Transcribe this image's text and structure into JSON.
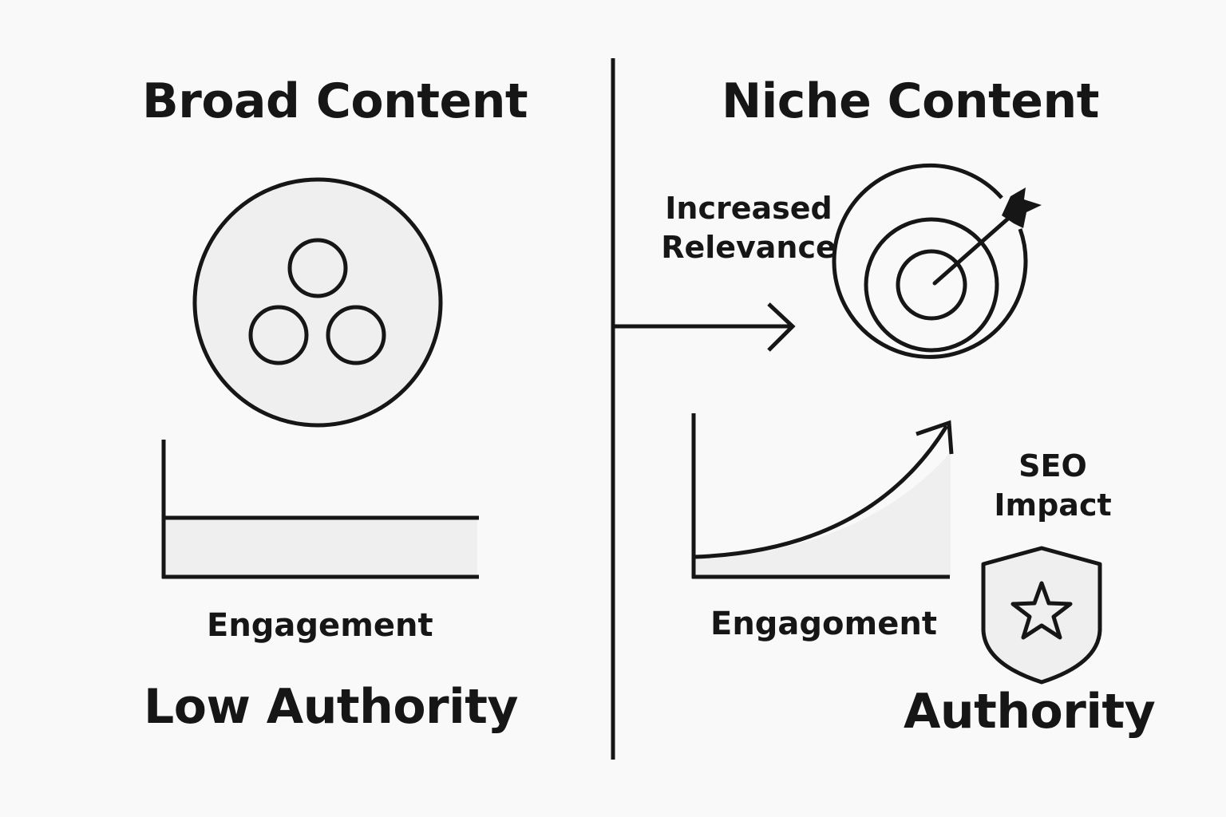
{
  "left": {
    "title": "Broad Content",
    "engagement_label": "Engagement",
    "result_label": "Low Authority"
  },
  "right": {
    "title": "Niche Content",
    "relevance_line1": "Increased",
    "relevance_line2": "Relevance",
    "engagement_label": "Engagoment",
    "seo_line1": "SEO",
    "seo_line2": "Impact",
    "result_label": "Authority"
  },
  "icons": {
    "broad_audience": "three-circles-in-circle-icon",
    "target": "target-with-arrow-icon",
    "arrow": "right-arrow-icon",
    "flat_chart": "flat-bar-chart-icon",
    "growth_chart": "rising-curve-chart-icon",
    "shield": "shield-star-icon"
  },
  "colors": {
    "background": "#f9f9f9",
    "ink": "#161616",
    "fill": "#efefef"
  }
}
